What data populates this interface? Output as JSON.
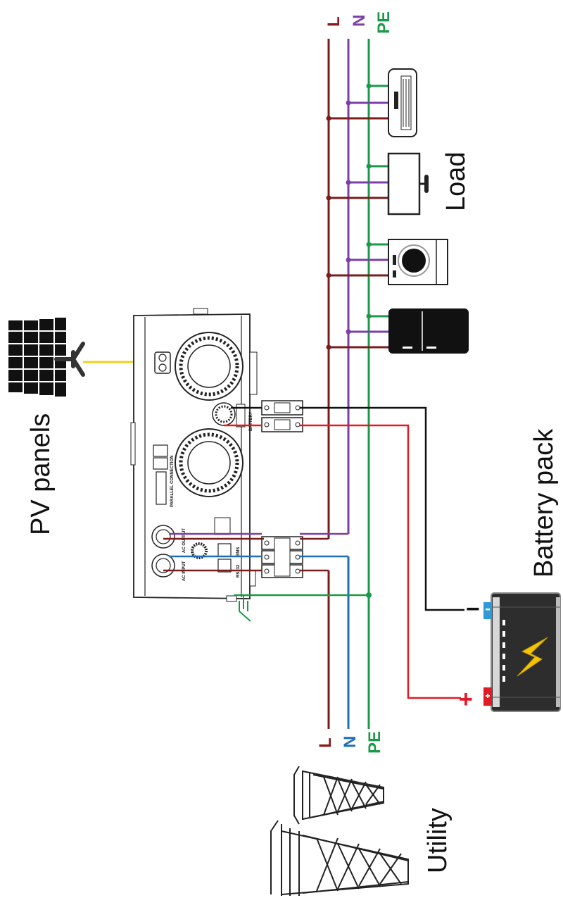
{
  "labels": {
    "pv_panels": "PV panels",
    "load": "Load",
    "battery_pack": "Battery pack",
    "utility": "Utility",
    "top_L": "L",
    "top_N": "N",
    "top_PE": "PE",
    "bottom_L": "L",
    "bottom_N": "N",
    "bottom_PE": "PE",
    "battery_plus": "+",
    "battery_minus": "−"
  },
  "colors": {
    "L": "#7a1c1c",
    "N_load": "#7b3fa6",
    "N_utility": "#1f6fb8",
    "PE": "#1a9a48",
    "pv": "#f2d11b",
    "battery_pos": "#e01b24",
    "battery_neg": "#111111",
    "label_L": "#8b1a1a",
    "label_N_top": "#7b3fa6",
    "label_N_bottom": "#1f6fb8",
    "label_PE": "#1a9a48"
  },
  "inverter_text": {
    "parallel": "PARALLEL CONNECTION",
    "ac_output": "AC OUTPUT",
    "ac_input": "AC INPUT",
    "battery": "BATTERY",
    "rs232": "RS232",
    "bms": "BMS"
  }
}
